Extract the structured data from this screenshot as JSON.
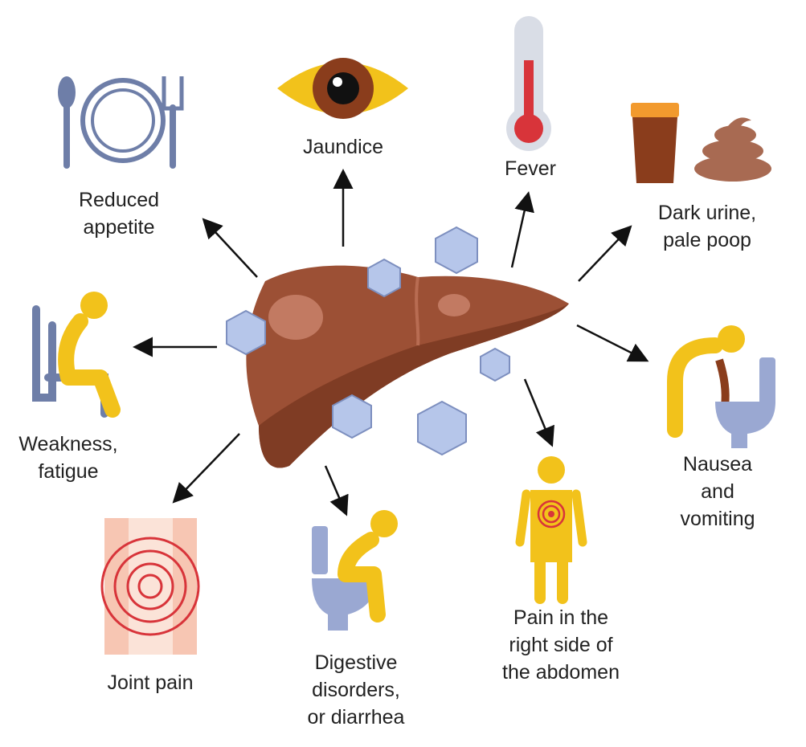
{
  "symptoms": {
    "appetite": "Reduced\nappetite",
    "jaundice": "Jaundice",
    "fever": "Fever",
    "urine": "Dark urine,\npale poop",
    "weakness": "Weakness,\nfatigue",
    "nausea": "Nausea and\nvomiting",
    "joint": "Joint pain",
    "digestive": "Digestive\ndisorders,\nor diarrhea",
    "abdomen": "Pain in the\nright side of\nthe abdomen"
  },
  "colors": {
    "liver": "#9c5035",
    "person": "#f2c21b",
    "blue": "#8f9fc8",
    "red": "#d8343a",
    "brown": "#8a3d1c"
  }
}
